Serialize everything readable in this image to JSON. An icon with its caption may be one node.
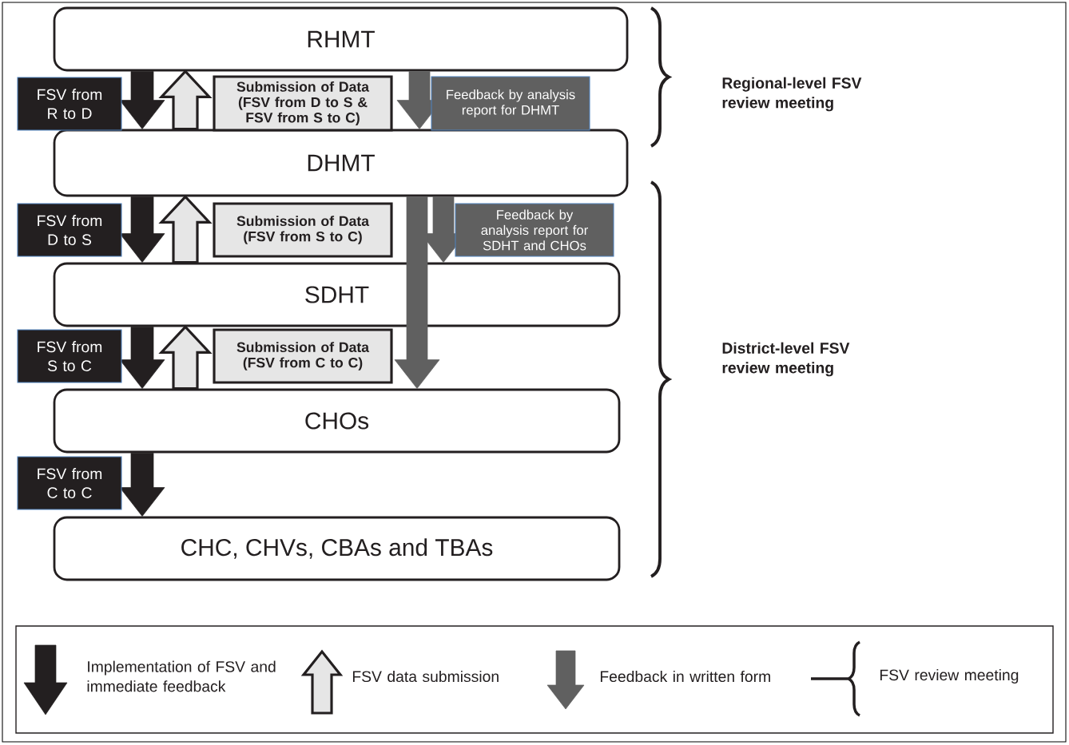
{
  "diagram": {
    "nodes": [
      {
        "text": [
          "RHMT"
        ]
      },
      {
        "text": [
          "DHMT"
        ]
      },
      {
        "text": [
          "SDHT"
        ]
      },
      {
        "text": [
          "CHOs"
        ]
      },
      {
        "text": [
          "CHC, CHVs, CBAs and TBAs"
        ]
      }
    ],
    "edges": [
      {
        "from": 0,
        "to": 1,
        "arrow": "to",
        "label": "FSV from R to D"
      },
      {
        "from": 1,
        "to": 0,
        "arrow": "to",
        "label": "Submission of Data (FSV from D to S & FSV from S to C)",
        "color": "#e6e6e6"
      },
      {
        "from": 0,
        "to": 1,
        "arrow": "to",
        "label": "Feedback by analysis report for DHMT",
        "color": "#606060"
      },
      {
        "from": 1,
        "to": 2,
        "arrow": "to",
        "label": "FSV from D to S"
      },
      {
        "from": 2,
        "to": 1,
        "arrow": "to",
        "label": "Submission of Data (FSV from S to C)",
        "color": "#e6e6e6"
      },
      {
        "from": 1,
        "to": 2,
        "arrow": "to",
        "label": "Feedback by analysis report for SDHT and CHOs",
        "color": "#606060"
      },
      {
        "from": 1,
        "to": 3,
        "arrow": "to",
        "color": "#606060"
      },
      {
        "from": 2,
        "to": 3,
        "arrow": "to",
        "label": "FSV from S to C"
      },
      {
        "from": 3,
        "to": 2,
        "arrow": "to",
        "label": "Submission of Data (FSV from C to C)",
        "color": "#e6e6e6"
      },
      {
        "from": 3,
        "to": 4,
        "arrow": "to",
        "label": "FSV from C to C"
      }
    ],
    "labels": [
      "Regional-level FSV review meeting",
      "District-level FSV review meeting"
    ],
    "legend": [
      {
        "text": "Implementation of FSV and immediate feedback"
      },
      {
        "text": "FSV data submission"
      },
      {
        "text": "Feedback in written form"
      },
      {
        "text": "FSV review meeting"
      }
    ]
  }
}
